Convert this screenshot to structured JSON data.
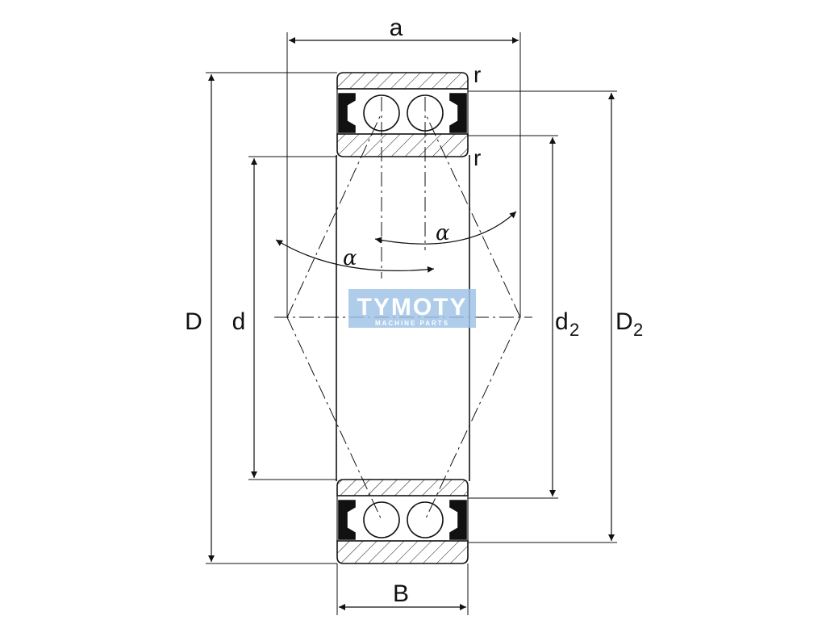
{
  "labels": {
    "a": "a",
    "B": "B",
    "D": "D",
    "d": "d",
    "d2_main": "d",
    "d2_sub": "2",
    "D2_main": "D",
    "D2_sub": "2",
    "r_top": "r",
    "r_bottom": "r",
    "alpha_left": "α",
    "alpha_right": "α"
  },
  "watermark": {
    "name": "TYMOTY",
    "tagline": "MACHINE PARTS"
  },
  "colors": {
    "line": "#111111",
    "watermark_bg": "#9ec3e6",
    "watermark_text": "#ffffff"
  }
}
